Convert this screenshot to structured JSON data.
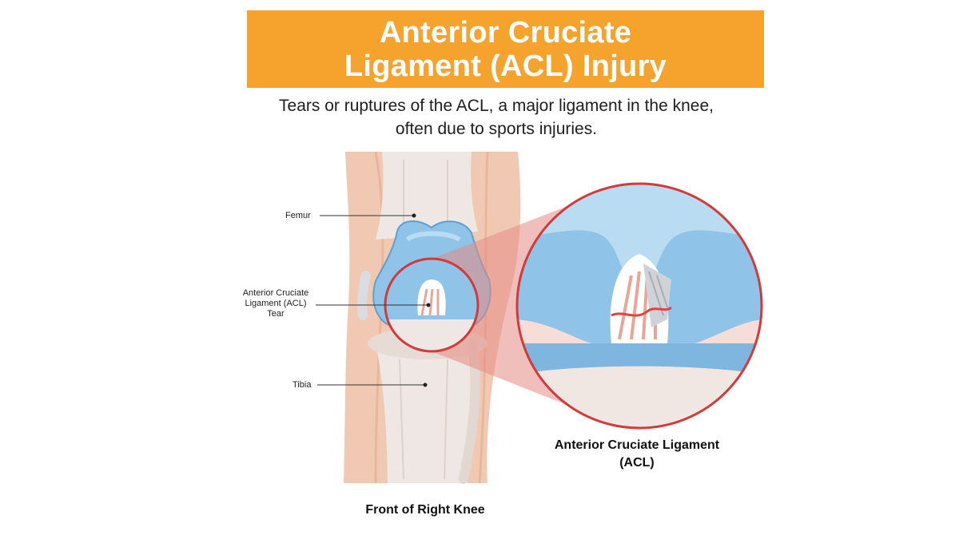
{
  "title": {
    "line1": "Anterior Cruciate",
    "line2": "Ligament (ACL) Injury"
  },
  "subtitle": {
    "line1": "Tears or ruptures of the ACL, a major ligament in the knee,",
    "line2": "often due to sports injuries."
  },
  "labels": {
    "femur": "Femur",
    "acl_tear": [
      "Anterior Cruciate",
      "Ligament (ACL)",
      "Tear"
    ],
    "tibia": "Tibia"
  },
  "captions": {
    "zoom": [
      "Anterior Cruciate Ligament",
      "(ACL)"
    ],
    "knee": "Front of Right Knee"
  },
  "colors": {
    "banner": "#f6a32e",
    "highlight_circle": "#d13b3b",
    "cartilage": "#8fc3e8",
    "skin": "#f1c9b3",
    "bone": "#efe7e3"
  }
}
